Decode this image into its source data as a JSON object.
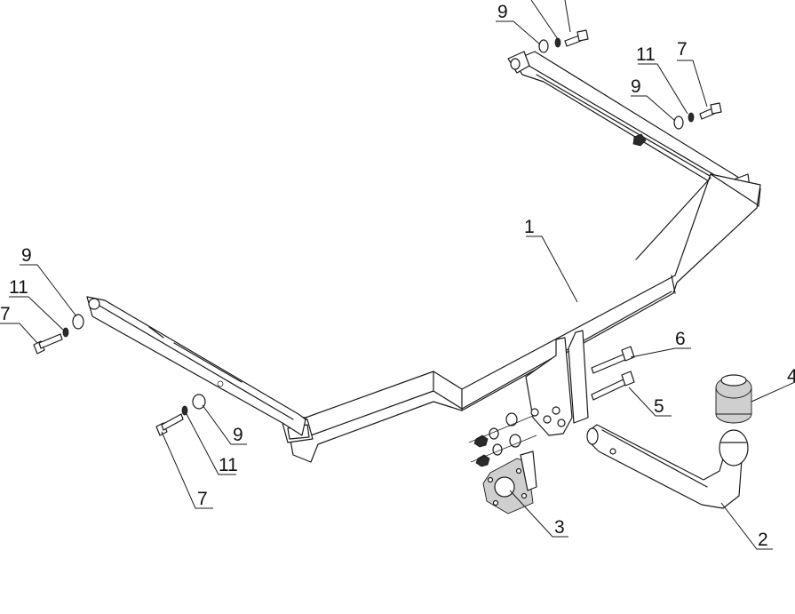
{
  "callouts": {
    "frame": "1",
    "ball_bar": "2",
    "socket_plate": "3",
    "ball": "4",
    "bolt_5": "5",
    "bolt_6": "6",
    "bolt_7": "7",
    "washer_9": "9",
    "washer_11": "11"
  }
}
